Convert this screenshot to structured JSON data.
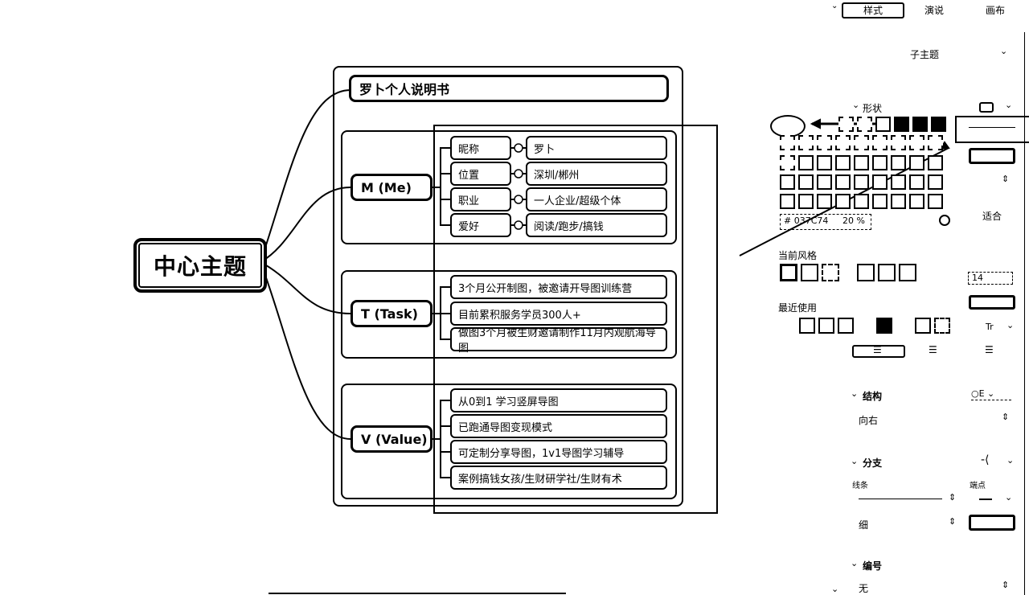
{
  "toolbar": {
    "tabs": [
      {
        "label": "样式",
        "active": true
      },
      {
        "label": "演说"
      },
      {
        "label": "画布"
      }
    ]
  },
  "mindmap": {
    "central": "中心主题",
    "title_node": "罗卜个人说明书",
    "branches": [
      {
        "label": "M (Me)",
        "rows": [
          {
            "key": "昵称",
            "value": "罗卜"
          },
          {
            "key": "位置",
            "value": "深圳/郴州"
          },
          {
            "key": "职业",
            "value": "一人企业/超级个体"
          },
          {
            "key": "爱好",
            "value": "阅读/跑步/搞钱"
          }
        ]
      },
      {
        "label": "T (Task)",
        "items": [
          "3个月公开制图，被邀请开导图训练营",
          "目前累积服务学员300人+",
          "做图3个月被生财邀请制作11月内观航海导图"
        ]
      },
      {
        "label": "V (Value)",
        "items": [
          "从0到1 学习竖屏导图",
          "已跑通导图变现模式",
          "可定制分享导图，1v1导图学习辅导",
          "案例搞钱女孩/生财研学社/生财有术"
        ]
      }
    ]
  },
  "panel": {
    "subtopic_select": "子主题",
    "shape_label": "形状",
    "color_hex": "# 037C74",
    "color_opacity": "20 %",
    "fit_label": "适合",
    "current_style_label": "当前风格",
    "font_size": "14",
    "recent_label": "最近使用",
    "text_icon": "Tr",
    "structure_label": "结构",
    "structure_value": "向右",
    "branch_label": "分支",
    "line_label": "线条",
    "endpoint_label": "端点",
    "line_width": "细",
    "numbering_label": "编号",
    "numbering_value": "无"
  }
}
